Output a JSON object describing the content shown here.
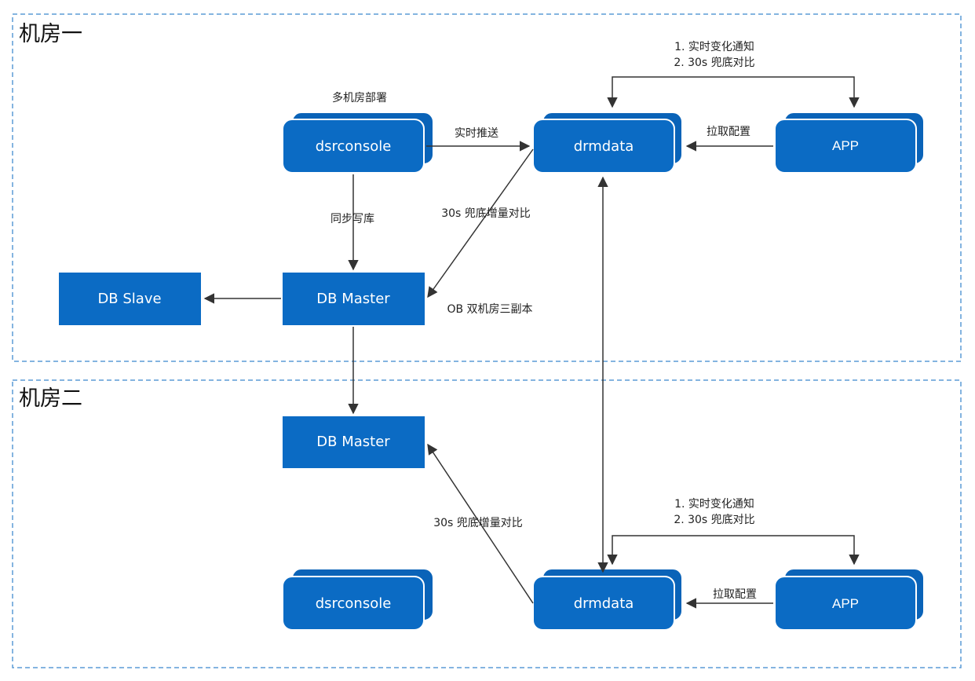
{
  "zones": {
    "room1": "机房一",
    "room2": "机房二"
  },
  "nodes": {
    "dsrconsole_1": "dsrconsole",
    "drmdata_1": "drmdata",
    "app_1": "APP",
    "db_slave": "DB Slave",
    "db_master_1": "DB Master",
    "db_master_2": "DB Master",
    "dsrconsole_2": "dsrconsole",
    "drmdata_2": "drmdata",
    "app_2": "APP"
  },
  "labels": {
    "multi_room_deploy": "多机房部署",
    "realtime_push": "实时推送",
    "pull_config_1": "拉取配置",
    "pull_config_2": "拉取配置",
    "sync_write": "同步写库",
    "incr_compare_1": "30s 兜底增量对比",
    "incr_compare_2": "30s 兜底增量对比",
    "ob_replica": "OB 双机房三副本",
    "notify_1_line1": "1. 实时变化通知",
    "notify_1_line2": "2. 30s 兜底对比",
    "notify_2_line1": "1. 实时变化通知",
    "notify_2_line2": "2. 30s 兜底对比"
  },
  "colors": {
    "node_fill": "#0b6bc4",
    "node_fill_dark": "#0a63b8",
    "border_dash": "#5b9bd5",
    "arrow": "#333333"
  }
}
